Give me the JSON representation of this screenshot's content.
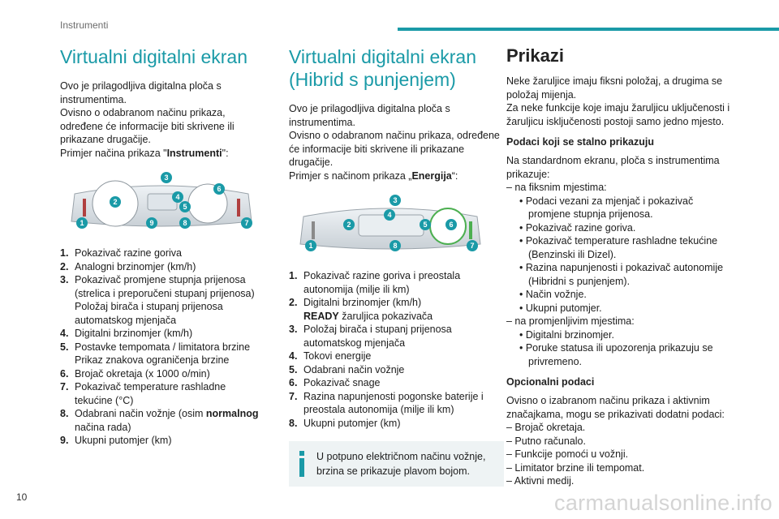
{
  "header": {
    "section": "Instrumenti"
  },
  "page_number": "10",
  "watermark": "carmanualsonline.info",
  "col1": {
    "title": "Virtualni digitalni ekran",
    "intro": [
      "Ovo je prilagodljiva digitalna ploča s instrumentima.",
      "Ovisno o odabranom načinu prikaza, određene će informacije biti skrivene ili prikazane drugačije."
    ],
    "example_prefix": "Primjer načina prikaza \"",
    "example_bold": "Instrumenti",
    "example_suffix": "\":",
    "callouts": [
      "1",
      "2",
      "3",
      "4",
      "5",
      "6",
      "7",
      "8",
      "9"
    ],
    "legend": [
      {
        "n": "1.",
        "t": "Pokazivač razine goriva"
      },
      {
        "n": "2.",
        "t": "Analogni brzinomjer (km/h)"
      },
      {
        "n": "3.",
        "t": "Pokazivač promjene stupnja prijenosa (strelica i preporučeni stupanj prijenosa)"
      },
      {
        "n": "",
        "t": "Položaj birača i stupanj prijenosa automatskog mjenjača"
      },
      {
        "n": "4.",
        "t": "Digitalni brzinomjer (km/h)"
      },
      {
        "n": "5.",
        "t": "Postavke tempomata / limitatora brzine"
      },
      {
        "n": "",
        "t": "Prikaz znakova ograničenja brzine"
      },
      {
        "n": "6.",
        "t": "Brojač okretaja (x 1000 o/min)"
      },
      {
        "n": "7.",
        "t": "Pokazivač temperature rashladne tekućine (°C)"
      },
      {
        "n": "8.",
        "t": "Odabrani način vožnje (osim ",
        "b": "normalnog",
        "t2": " načina rada)"
      },
      {
        "n": "9.",
        "t": "Ukupni putomjer (km)"
      }
    ]
  },
  "col2": {
    "title": "Virtualni digitalni ekran (Hibrid s punjenjem)",
    "intro": [
      "Ovo je prilagodljiva digitalna ploča s instrumentima.",
      "Ovisno o odabranom načinu prikaza, određene će informacije biti skrivene ili prikazane drugačije."
    ],
    "example_prefix": "Primjer s načinom prikaza „",
    "example_bold": "Energija",
    "example_suffix": "“:",
    "callouts": [
      "1",
      "2",
      "3",
      "4",
      "5",
      "6",
      "7",
      "8"
    ],
    "legend": [
      {
        "n": "1.",
        "t": "Pokazivač razine goriva i preostala autonomija (milje ili km)"
      },
      {
        "n": "2.",
        "t": "Digitalni brzinomjer (km/h)"
      },
      {
        "n": "",
        "b": "READY",
        "t2": " žaruljica pokazivača"
      },
      {
        "n": "3.",
        "t": "Položaj birača i stupanj prijenosa automatskog mjenjača"
      },
      {
        "n": "4.",
        "t": "Tokovi energije"
      },
      {
        "n": "5.",
        "t": "Odabrani način vožnje"
      },
      {
        "n": "6.",
        "t": "Pokazivač snage"
      },
      {
        "n": "7.",
        "t": "Razina napunjenosti pogonske baterije i preostala autonomija (milje ili km)"
      },
      {
        "n": "8.",
        "t": "Ukupni putomjer (km)"
      }
    ],
    "note": "U potpuno električnom načinu vožnje, brzina se prikazuje plavom bojom."
  },
  "col3": {
    "title": "Prikazi",
    "intro": [
      "Neke žaruljice imaju fiksni položaj, a drugima se položaj mijenja.",
      "Za neke funkcije koje imaju žaruljicu uključenosti i žaruljicu isključenosti postoji samo jedno mjesto."
    ],
    "sub1": "Podaci koji se stalno prikazuju",
    "sub1_intro": "Na standardnom ekranu, ploča s instrumentima prikazuje:",
    "fixed_label": "– na fiksnim mjestima:",
    "fixed_items": [
      "• Podaci vezani za mjenjač i pokazivač promjene stupnja prijenosa.",
      "• Pokazivač razine goriva.",
      "• Pokazivač temperature rashladne tekućine (Benzinski ili Dizel).",
      "• Razina napunjenosti i pokazivač autonomije (Hibridni s punjenjem).",
      "• Način vožnje.",
      "• Ukupni putomjer."
    ],
    "variable_label": "– na promjenljivim mjestima:",
    "variable_items": [
      "• Digitalni brzinomjer.",
      "• Poruke statusa ili upozorenja prikazuju se privremeno."
    ],
    "sub2": "Opcionalni podaci",
    "sub2_intro": "Ovisno o izabranom načinu prikaza i aktivnim značajkama, mogu se prikazivati dodatni podaci:",
    "optional_items": [
      "– Brojač okretaja.",
      "– Putno računalo.",
      "– Funkcije pomoći u vožnji.",
      "– Limitator brzine ili tempomat.",
      "– Aktivni medij."
    ]
  },
  "colors": {
    "accent": "#1a9aa7",
    "note_bg": "#eef3f4"
  }
}
